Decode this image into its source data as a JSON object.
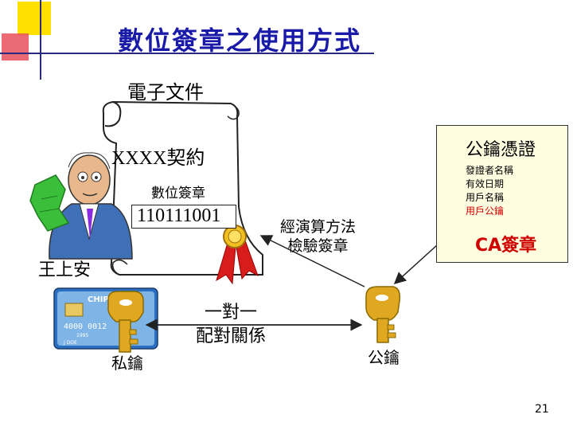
{
  "title": "數位簽章之使用方式",
  "document": {
    "label": "電子文件",
    "contract_title": "XXXX契約",
    "signature_label": "數位簽章",
    "signature_value": "110111001"
  },
  "algorithm": {
    "line1": "經演算方法",
    "line2": "檢驗簽章"
  },
  "certificate": {
    "title": "公鑰憑證",
    "fields": [
      "發證者名稱",
      "有效日期",
      "用戶名稱",
      "用戶公鑰"
    ],
    "ca_signature": "CA簽章"
  },
  "owner_name": "王上安",
  "smart_card": {
    "chip_text": "CHIP",
    "number": "4000 0012",
    "year": "1995",
    "name": "J DOE"
  },
  "private_key_label": "私鑰",
  "pairing": {
    "line1": "一對一",
    "line2": "配對關係"
  },
  "public_key_label": "公鑰",
  "page_number": "21",
  "colors": {
    "title": "#1a1aa8",
    "certificate_bg": "#fffde0",
    "key_gold": "#e0a820",
    "card_blue": "#2a6fc0",
    "highlight_red": "#d00000"
  }
}
